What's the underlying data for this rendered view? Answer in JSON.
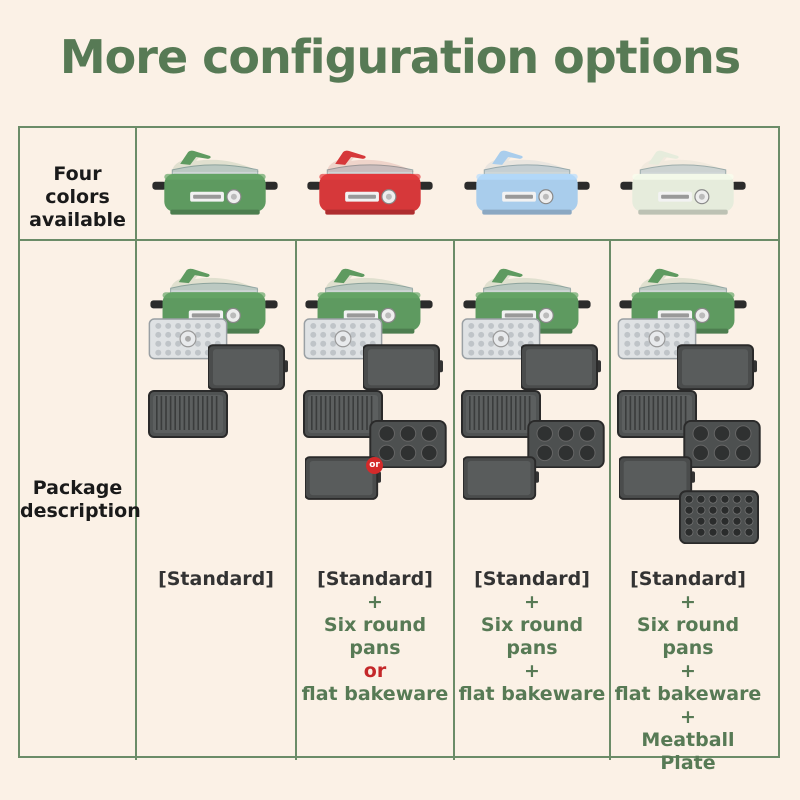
{
  "title": "More configuration options",
  "rows": {
    "colors_label_line1": "Four colors",
    "colors_label_line2": "available",
    "package_label_line1": "Package",
    "package_label_line2": "description"
  },
  "colors": {
    "green": "#5e9a60",
    "red": "#d6383a",
    "blue": "#a9cdec",
    "white": "#e6ecdc",
    "frame": "#6b8c68",
    "title": "#577a55",
    "background": "#fbf1e6",
    "or_badge": "#d42a2a"
  },
  "device_colors": [
    "green",
    "red",
    "blue",
    "white"
  ],
  "or_badge": "or",
  "packages": [
    {
      "lines": [
        {
          "text": "[Standard]",
          "style": "std"
        }
      ]
    },
    {
      "lines": [
        {
          "text": "[Standard]",
          "style": "std"
        },
        {
          "text": "+",
          "style": "green"
        },
        {
          "text": "Six round pans",
          "style": "green"
        },
        {
          "text": "or",
          "style": "red"
        },
        {
          "text": "flat bakeware",
          "style": "green"
        }
      ]
    },
    {
      "lines": [
        {
          "text": "[Standard]",
          "style": "std"
        },
        {
          "text": "+",
          "style": "green"
        },
        {
          "text": "Six round pans",
          "style": "green"
        },
        {
          "text": "+",
          "style": "green"
        },
        {
          "text": "flat bakeware",
          "style": "green"
        }
      ]
    },
    {
      "lines": [
        {
          "text": "[Standard]",
          "style": "std"
        },
        {
          "text": "+",
          "style": "green"
        },
        {
          "text": "Six round pans",
          "style": "green"
        },
        {
          "text": "+",
          "style": "green"
        },
        {
          "text": "flat bakeware",
          "style": "green"
        },
        {
          "text": "+",
          "style": "green"
        },
        {
          "text": "Meatball Plate",
          "style": "green"
        }
      ]
    }
  ]
}
